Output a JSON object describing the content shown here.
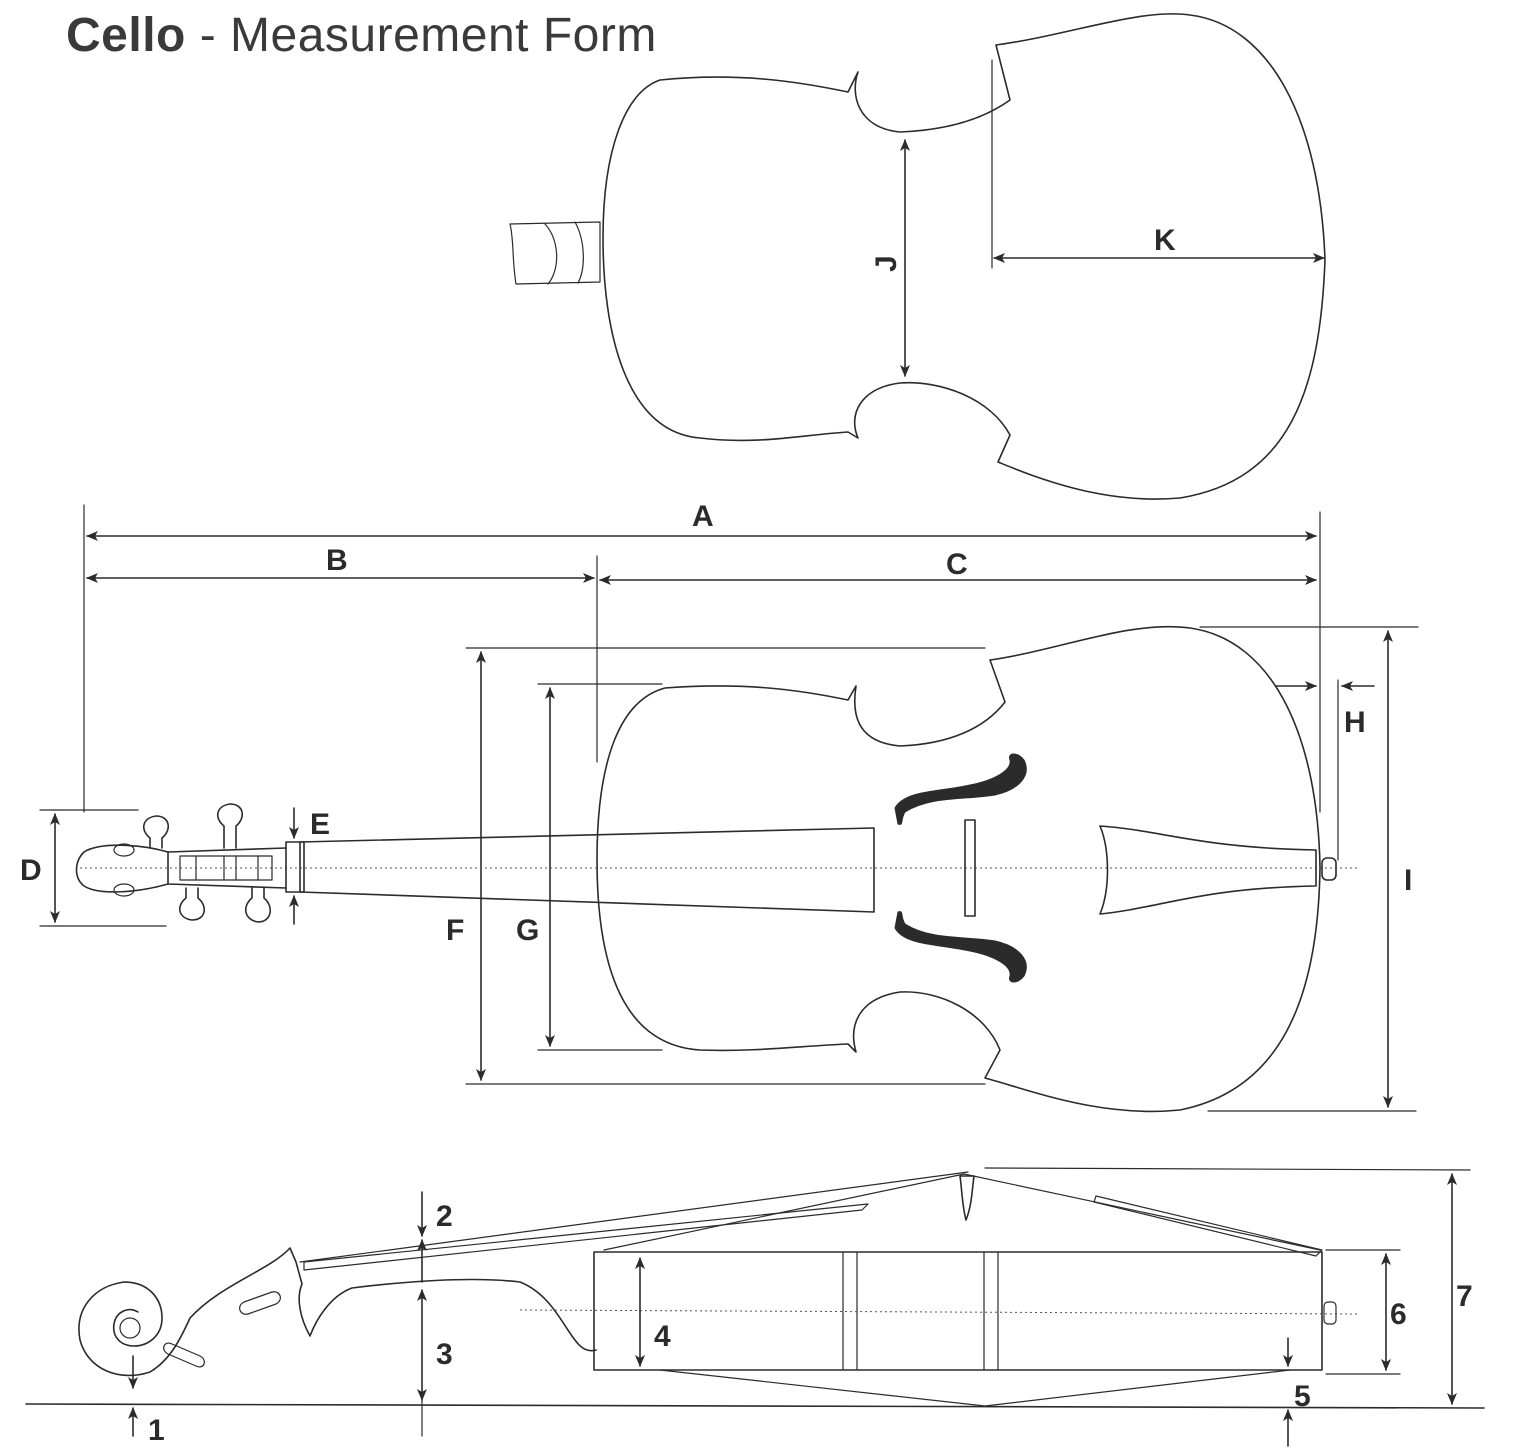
{
  "title": {
    "bold": "Cello",
    "rest": " - Measurement Form"
  },
  "labels": {
    "A": "A",
    "B": "B",
    "C": "C",
    "D": "D",
    "E": "E",
    "F": "F",
    "G": "G",
    "H": "H",
    "I": "I",
    "J": "J",
    "K": "K",
    "n1": "1",
    "n2": "2",
    "n3": "3",
    "n4": "4",
    "n5": "5",
    "n6": "6",
    "n7": "7"
  },
  "colors": {
    "ink": "#2b2b2b",
    "title": "#3a3a3a",
    "background": "#ffffff"
  }
}
